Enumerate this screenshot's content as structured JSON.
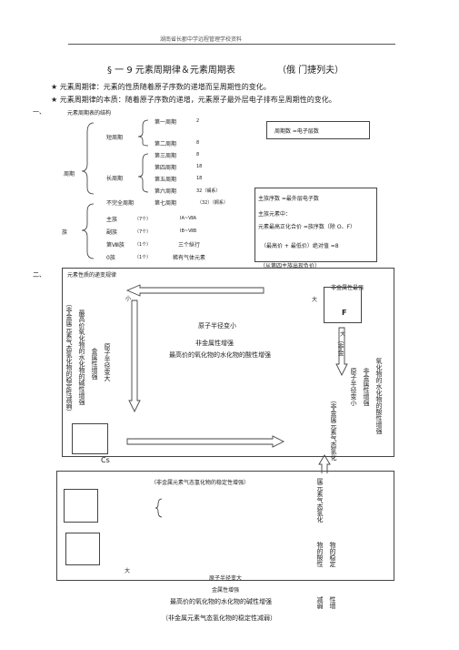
{
  "header": {
    "school": "湖南省长郡中学远程管理学校资料"
  },
  "title": {
    "section": "§ 一 9 元素周期律＆元素周期表",
    "note": "（俄 门捷列夫）"
  },
  "bullets": [
    "★  元素周期律：元素的性质随着原子序数的递增而呈周期性的变化。",
    "★  元素周期律的本质：随着原子序数的递增，元素原子最外层电子排布呈周期性的变化。"
  ],
  "part1": {
    "marker": "一、",
    "heading": "元素周期表的结构",
    "zhouqi": "周期",
    "short": "短周期",
    "long": "长周期",
    "periods": [
      {
        "label": "第一周期",
        "count": "2"
      },
      {
        "label": "第二周期",
        "count": "8"
      },
      {
        "label": "第三周期",
        "count": "8"
      },
      {
        "label": "第四周期",
        "count": "18"
      },
      {
        "label": "第五周期",
        "count": "18"
      },
      {
        "label": "第六周期",
        "count": "32（镧系）"
      }
    ],
    "incomplete": "不完全周期",
    "seventh": "第七周期",
    "seventh_count": "（32）（锕系）",
    "zu": "族",
    "groups": [
      {
        "label": "主族",
        "count": "（7个）",
        "range": "ⅠA~ⅦA"
      },
      {
        "label": "副族",
        "count": "（7个）",
        "range": "ⅠB~ⅦB"
      },
      {
        "label": "第Ⅷ族",
        "count": "（1个）",
        "range": "三个纵行"
      },
      {
        "label": "0族",
        "count": "（1个）",
        "range": "稀有气体元素"
      }
    ],
    "box1": "周期数 =电子层数",
    "box2": {
      "line1": "主族序数 =最外层电子数",
      "line2": "主族元素中：",
      "line3": "元素最高正化合价 =族序数（除 O、F）",
      "line4": "（最高价 + 最低价）绝对值 =8"
    },
    "caption": "（从第四主族出现负价）"
  },
  "part2": {
    "marker": "二、",
    "heading": "元素性质的递变规律",
    "small": "小",
    "big_right": "大",
    "f_symbol": "F",
    "nonmetal_strongest": "非金属性最强",
    "center": {
      "radius": "原子半径变小",
      "nonmetal": "非金属性增强",
      "acid": "最高价的氧化物的水化物的酸性增强"
    },
    "left_vertical": "（非金属元素气态氢化物的稳定性减弱）",
    "left_col2": "最高价氧化物的水化物的碱性增强",
    "left_col3": "金属性增强",
    "left_col4": "原子半径变大",
    "cs_symbol": "Cs",
    "right_nonmetal": "（非金",
    "right_big": "大",
    "right_radius": "原子半径变小",
    "right_nonmetal2": "非金属性增强",
    "right_acid": "氧化物的水化物的酸性增强",
    "right_hydride": "（非金属元素气态氢化"
  },
  "part3": {
    "top": "（非金属元素气态氢化物的稳定性增强）",
    "big": "大",
    "right_col1": "属元素气态氢化",
    "right_col2": "物的稳定",
    "right_col3": "物的酸性",
    "bottom1": "原子半径变大",
    "bottom2": "金属性增强",
    "bottom3": "最高价的氧化物的水化物的碱性增强",
    "bottom4": "（非金属元素气态氢化物的稳定性减弱）",
    "weak": "减弱",
    "strong": "性增"
  }
}
